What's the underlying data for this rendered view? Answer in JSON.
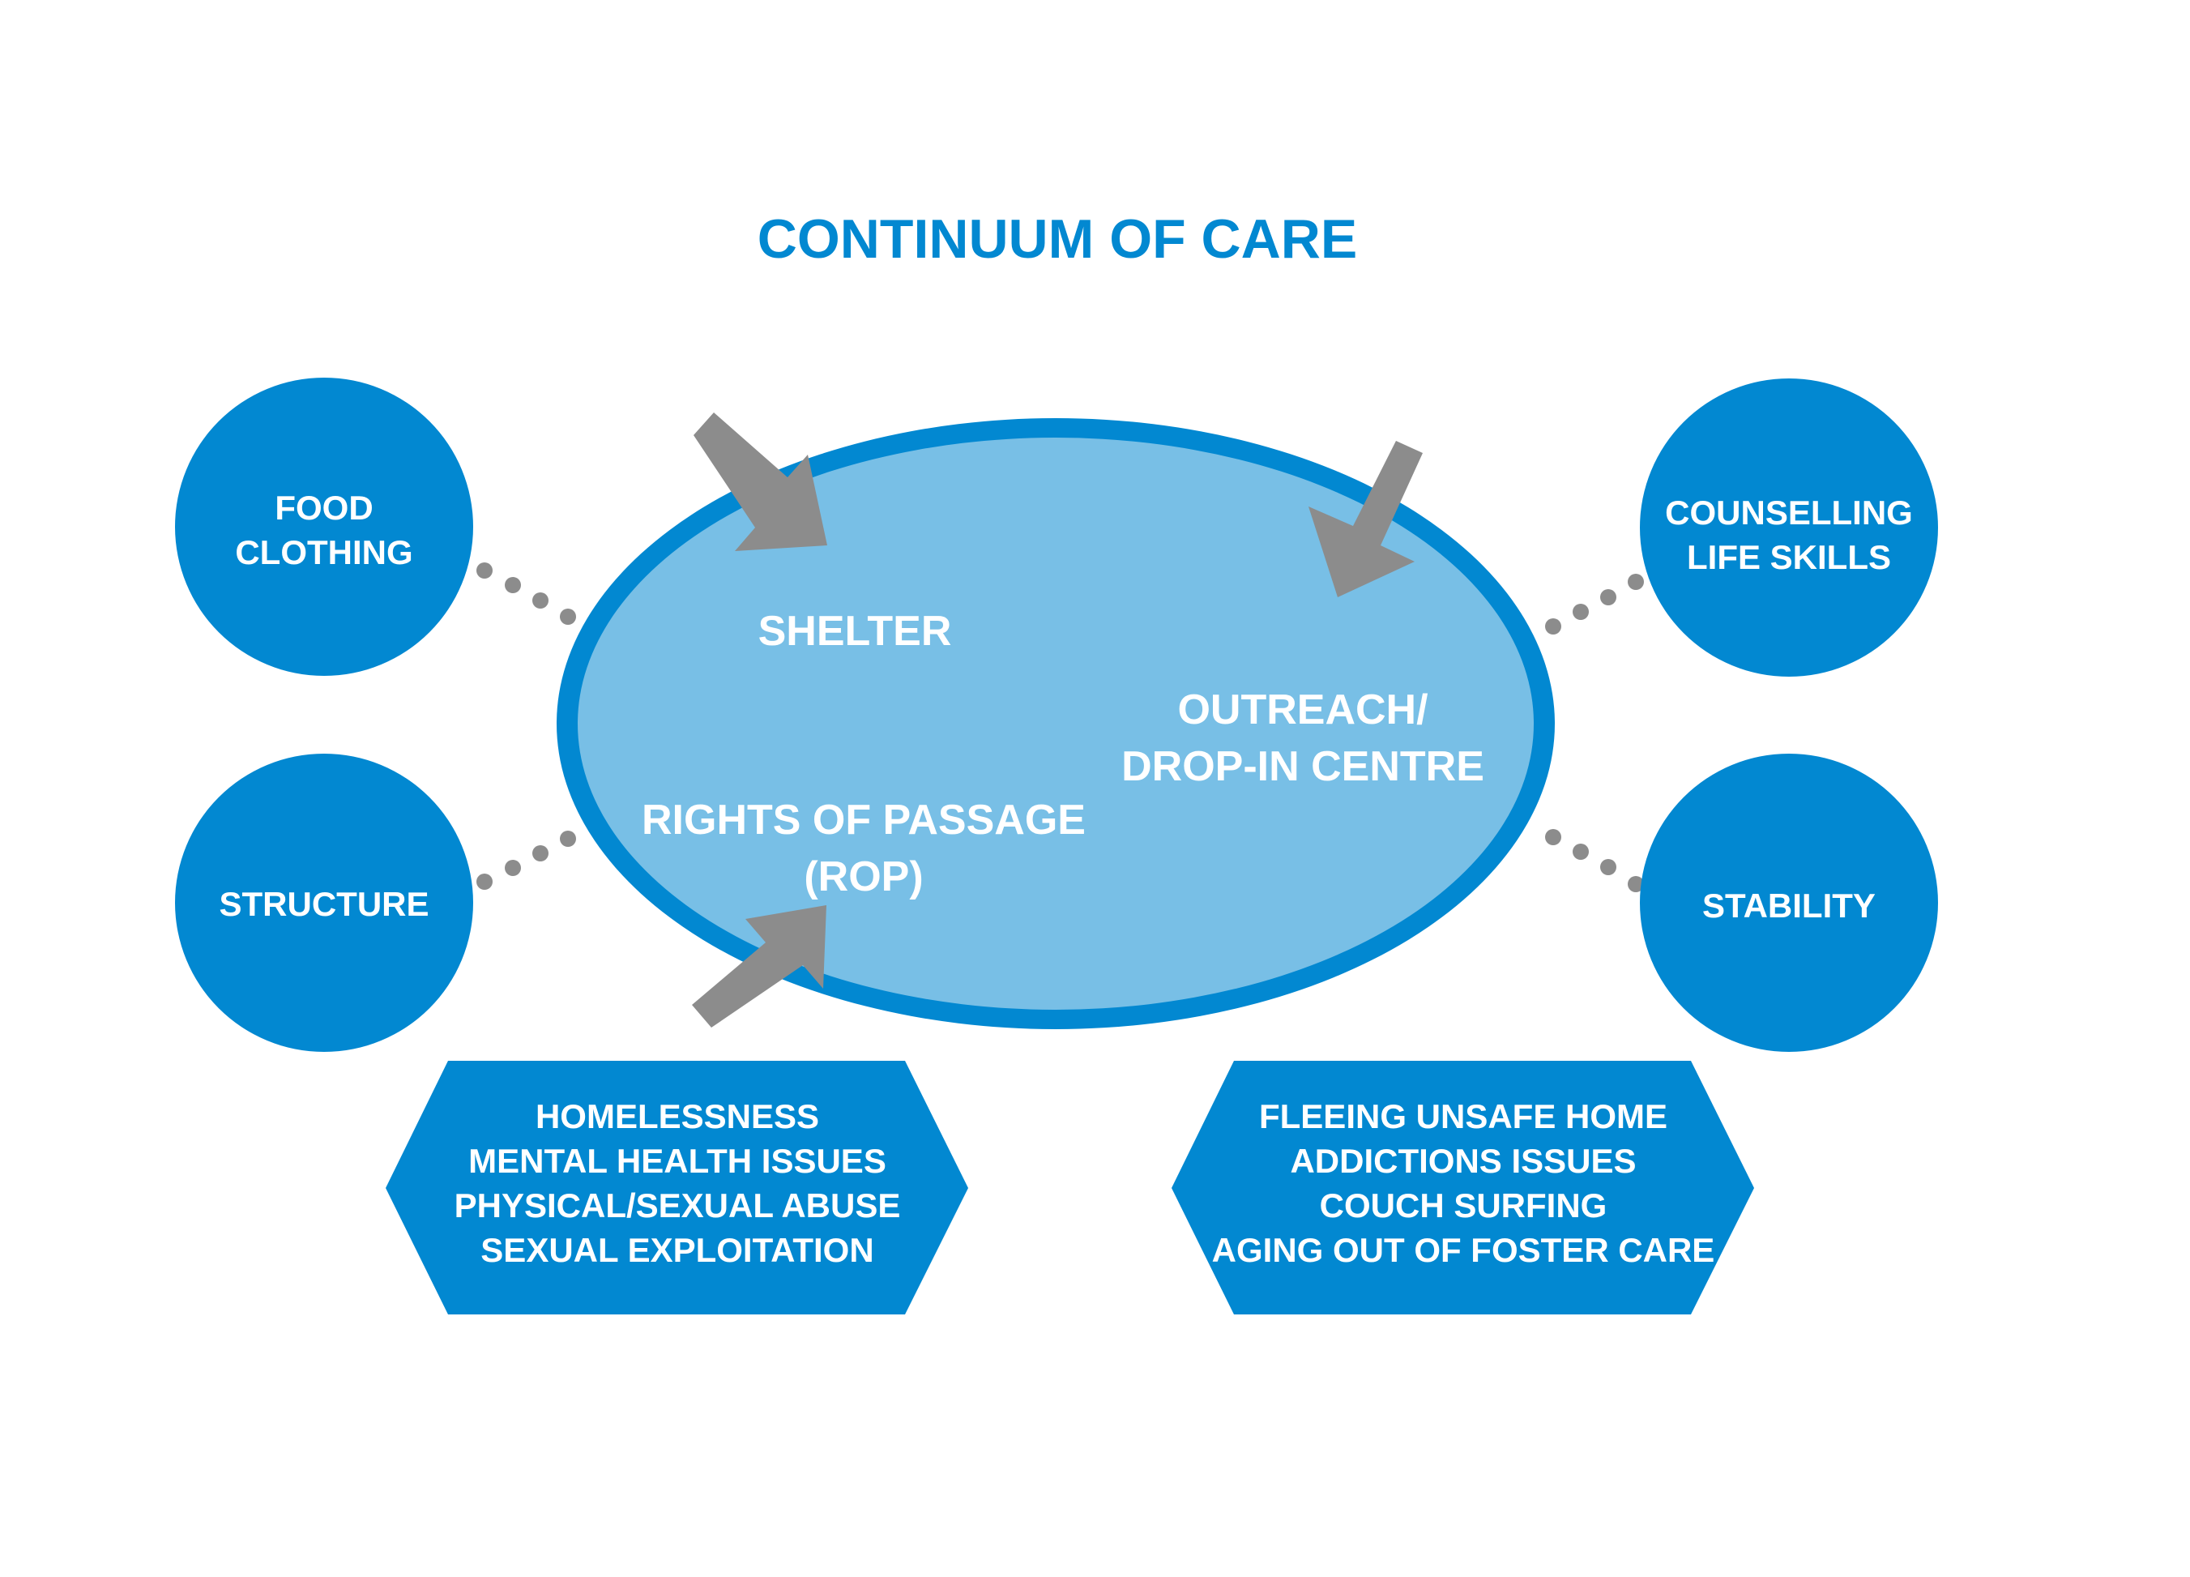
{
  "title": "CONTINUUM OF CARE",
  "colors": {
    "primary_blue": "#0288D1",
    "ellipse_fill": "#78BFE6",
    "arrow_gray": "#8C8C8C",
    "dot_gray": "#8C8C8C",
    "text_white": "#FFFFFF"
  },
  "center": {
    "shelter": "SHELTER",
    "outreach_line1": "OUTREACH/",
    "outreach_line2": "DROP-IN CENTRE",
    "rop_line1": "RIGHTS OF PASSAGE",
    "rop_line2": "(ROP)"
  },
  "circles": {
    "food_clothing": {
      "line1": "FOOD",
      "line2": "CLOTHING"
    },
    "structure": {
      "line1": "STRUCTURE"
    },
    "counselling_life_skills": {
      "line1": "COUNSELLING",
      "line2": "LIFE SKILLS"
    },
    "stability": {
      "line1": "STABILITY"
    }
  },
  "hexagons": {
    "left": {
      "lines": [
        "HOMELESSNESS",
        "MENTAL HEALTH ISSUES",
        "PHYSICAL/SEXUAL ABUSE",
        "SEXUAL EXPLOITATION"
      ]
    },
    "right": {
      "lines": [
        "FLEEING UNSAFE HOME",
        "ADDICTIONS ISSUES",
        "COUCH SURFING",
        "AGING OUT OF FOSTER CARE"
      ]
    }
  }
}
